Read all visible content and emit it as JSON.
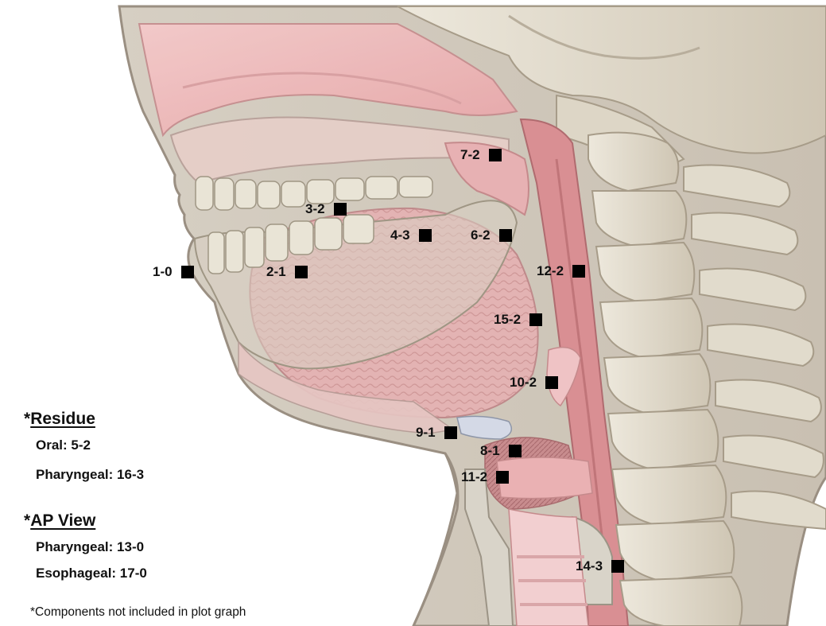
{
  "markers": [
    {
      "id": "m-1-0",
      "label": "1-0"
    },
    {
      "id": "m-2-1",
      "label": "2-1"
    },
    {
      "id": "m-3-2",
      "label": "3-2"
    },
    {
      "id": "m-4-3",
      "label": "4-3"
    },
    {
      "id": "m-6-2",
      "label": "6-2"
    },
    {
      "id": "m-7-2",
      "label": "7-2"
    },
    {
      "id": "m-8-1",
      "label": "8-1"
    },
    {
      "id": "m-9-1",
      "label": "9-1"
    },
    {
      "id": "m-10-2",
      "label": "10-2"
    },
    {
      "id": "m-11-2",
      "label": "11-2"
    },
    {
      "id": "m-12-2",
      "label": "12-2"
    },
    {
      "id": "m-14-3",
      "label": "14-3"
    },
    {
      "id": "m-15-2",
      "label": "15-2"
    }
  ],
  "legend": {
    "residue": {
      "asterisk": "*",
      "title": "Residue",
      "oral": "Oral: 5-2",
      "pharyngeal": "Pharyngeal: 16-3"
    },
    "ap_view": {
      "asterisk": "*",
      "title": "AP View",
      "pharyngeal": "Pharyngeal: 13-0",
      "esophageal": "Esophageal: 17-0"
    },
    "footnote": "*Components not included in plot graph"
  },
  "colors": {
    "background": "#ffffff",
    "skin_outline": "#a09486",
    "soft_tissue_pink": "#f0b8ba",
    "muscle_red": "#d98f93",
    "bone": "#e4decf",
    "bone_shadow": "#b8ae9c",
    "marker_square": "#000000"
  }
}
